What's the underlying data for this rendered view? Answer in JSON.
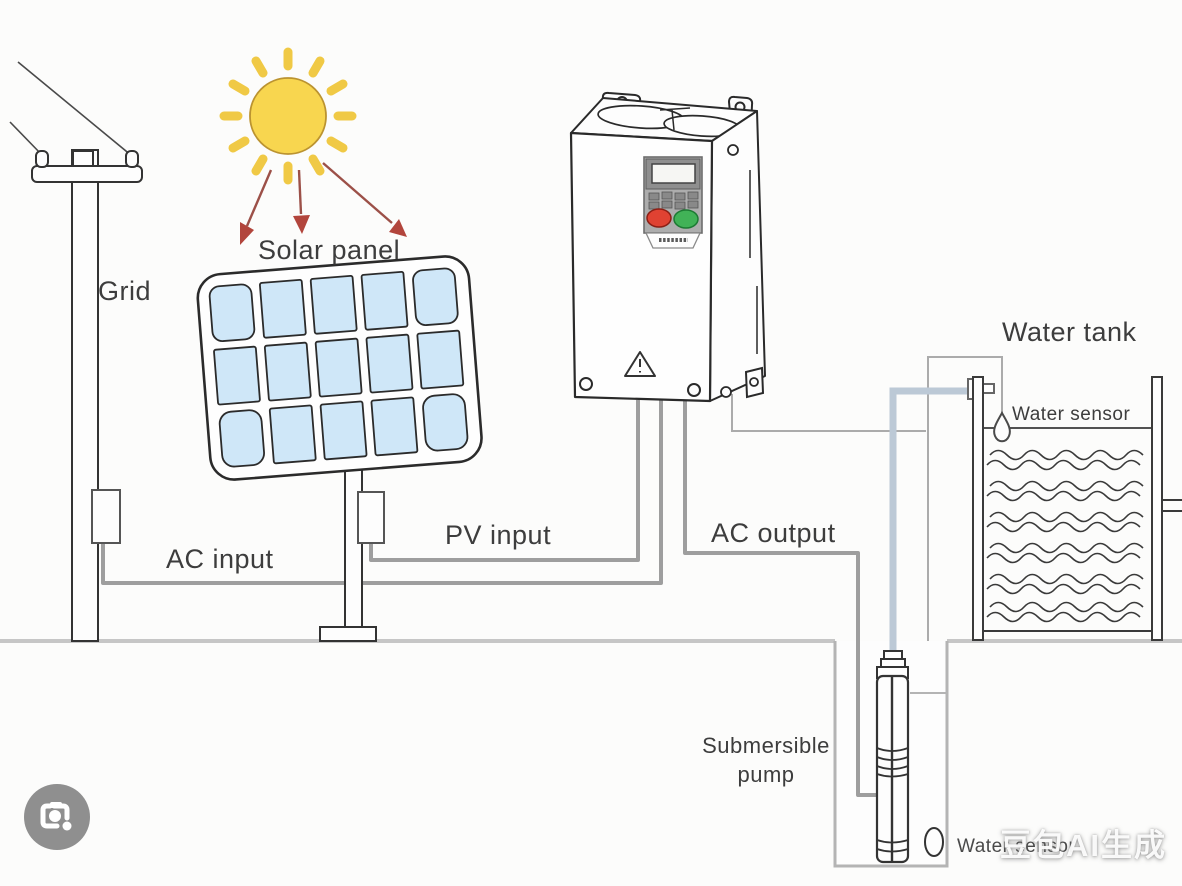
{
  "diagram": {
    "title_context": "solar-pumping-system-diagram",
    "labels": {
      "grid": "Grid",
      "solar_panel": "Solar panel",
      "ac_input": "AC input",
      "pv_input": "PV input",
      "ac_output": "AC output",
      "water_tank": "Water tank",
      "water_sensor_tank": "Water sensor",
      "submersible_pump": "Submersible pump",
      "water_sensor_well": "Water sensor"
    },
    "components": [
      "utility pole (grid)",
      "sun with rays",
      "solar panel on pole",
      "inverter / pump drive with keypad, red stop button, green run button",
      "PV input wire",
      "AC input wire",
      "AC output wire",
      "water level sensor cable with droplet sensor",
      "water pipe",
      "water tank with waves",
      "tank outlet pipe",
      "well",
      "submersible pump",
      "well water sensor float"
    ],
    "colors": {
      "sun_fill": "#f8d64f",
      "sun_ray": "#f0c945",
      "arrow_red": "#b2453c",
      "panel_cell_blue": "#cfe7f8",
      "wire_gray": "#9e9e9e",
      "sensor_wire_gray": "#ababab",
      "pipe_blue_gray": "#bcc9d6",
      "stop_button_red": "#e04232",
      "run_button_green": "#41b257",
      "ground_gray": "#c6c6c6",
      "text_gray": "#3d3d3d"
    }
  },
  "watermark": {
    "text": "豆包AI生成"
  },
  "camera_button": {
    "tooltip": "Search with image"
  }
}
